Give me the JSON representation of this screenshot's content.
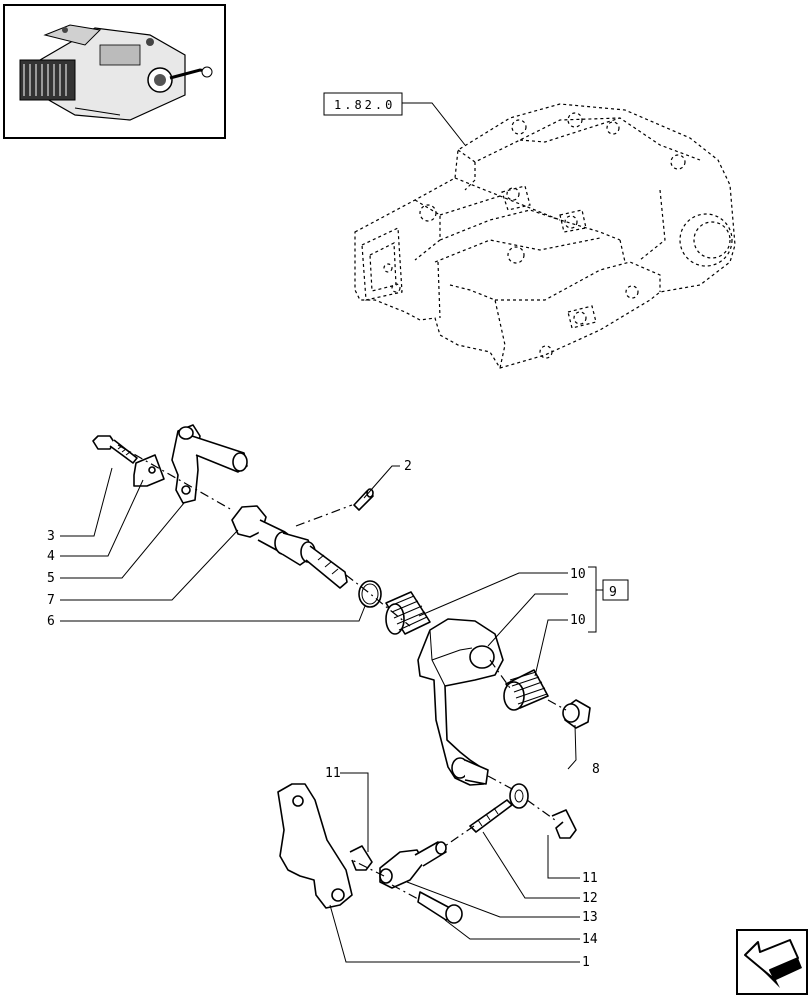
{
  "reference_label": "1.82.0",
  "group_label": "9",
  "callouts": [
    {
      "id": "2",
      "text": "2"
    },
    {
      "id": "3",
      "text": "3"
    },
    {
      "id": "4",
      "text": "4"
    },
    {
      "id": "5",
      "text": "5"
    },
    {
      "id": "7",
      "text": "7"
    },
    {
      "id": "6",
      "text": "6"
    },
    {
      "id": "10a",
      "text": "10"
    },
    {
      "id": "10b",
      "text": "10"
    },
    {
      "id": "8",
      "text": "8"
    },
    {
      "id": "11a",
      "text": "11"
    },
    {
      "id": "11b",
      "text": "11"
    },
    {
      "id": "12",
      "text": "12"
    },
    {
      "id": "13",
      "text": "13"
    },
    {
      "id": "14",
      "text": "14"
    },
    {
      "id": "1",
      "text": "1"
    }
  ],
  "icons": {
    "thumbnail": "assembly-thumbnail-icon",
    "navigation": "next-page-arrow-icon"
  }
}
